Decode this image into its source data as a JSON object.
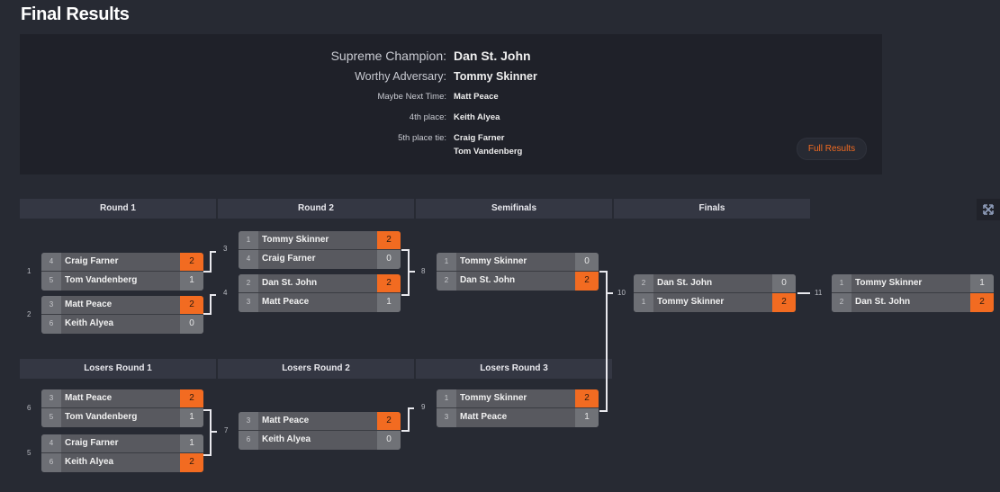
{
  "page_title": "Final Results",
  "results": {
    "rows": [
      {
        "label": "Supreme Champion:",
        "value": "Dan St. John"
      },
      {
        "label": "Worthy Adversary:",
        "value": "Tommy Skinner"
      },
      {
        "label": "Maybe Next Time:",
        "value": "Matt Peace"
      },
      {
        "label": "4th place:",
        "value": "Keith Alyea"
      },
      {
        "label": "5th place tie:",
        "value": "Craig Farner",
        "value2": "Tom Vandenberg"
      }
    ],
    "full_results_label": "Full Results"
  },
  "winners_rounds": [
    "Round 1",
    "Round 2",
    "Semifinals",
    "Finals"
  ],
  "losers_rounds": [
    "Losers Round 1",
    "Losers Round 2",
    "Losers Round 3"
  ],
  "expand_icon": "expand-arrows-icon",
  "colors": {
    "accent": "#f26b21",
    "background": "#272a33",
    "panel": "#1f2129"
  },
  "matches": {
    "m1": {
      "num": "1",
      "p1": {
        "seed": "4",
        "name": "Craig Farner",
        "score": "2",
        "win": true
      },
      "p2": {
        "seed": "5",
        "name": "Tom Vandenberg",
        "score": "1",
        "win": false
      }
    },
    "m2": {
      "num": "2",
      "p1": {
        "seed": "3",
        "name": "Matt Peace",
        "score": "2",
        "win": true
      },
      "p2": {
        "seed": "6",
        "name": "Keith Alyea",
        "score": "0",
        "win": false
      }
    },
    "m3": {
      "num": "3",
      "p1": {
        "seed": "1",
        "name": "Tommy Skinner",
        "score": "2",
        "win": true
      },
      "p2": {
        "seed": "4",
        "name": "Craig Farner",
        "score": "0",
        "win": false
      }
    },
    "m4": {
      "num": "4",
      "p1": {
        "seed": "2",
        "name": "Dan St. John",
        "score": "2",
        "win": true
      },
      "p2": {
        "seed": "3",
        "name": "Matt Peace",
        "score": "1",
        "win": false
      }
    },
    "m8": {
      "num": "8",
      "p1": {
        "seed": "1",
        "name": "Tommy Skinner",
        "score": "0",
        "win": false
      },
      "p2": {
        "seed": "2",
        "name": "Dan St. John",
        "score": "2",
        "win": true
      }
    },
    "m10": {
      "num": "10",
      "p1": {
        "seed": "2",
        "name": "Dan St. John",
        "score": "0",
        "win": false
      },
      "p2": {
        "seed": "1",
        "name": "Tommy Skinner",
        "score": "2",
        "win": true
      }
    },
    "m11": {
      "num": "11",
      "p1": {
        "seed": "1",
        "name": "Tommy Skinner",
        "score": "1",
        "win": false
      },
      "p2": {
        "seed": "2",
        "name": "Dan St. John",
        "score": "2",
        "win": true
      }
    },
    "m6": {
      "num": "6",
      "p1": {
        "seed": "3",
        "name": "Matt Peace",
        "score": "2",
        "win": true
      },
      "p2": {
        "seed": "5",
        "name": "Tom Vandenberg",
        "score": "1",
        "win": false
      }
    },
    "m5": {
      "num": "5",
      "p1": {
        "seed": "4",
        "name": "Craig Farner",
        "score": "1",
        "win": false
      },
      "p2": {
        "seed": "6",
        "name": "Keith Alyea",
        "score": "2",
        "win": true
      }
    },
    "m7": {
      "num": "7",
      "p1": {
        "seed": "3",
        "name": "Matt Peace",
        "score": "2",
        "win": true
      },
      "p2": {
        "seed": "6",
        "name": "Keith Alyea",
        "score": "0",
        "win": false
      }
    },
    "m9": {
      "num": "9",
      "p1": {
        "seed": "1",
        "name": "Tommy Skinner",
        "score": "2",
        "win": true
      },
      "p2": {
        "seed": "3",
        "name": "Matt Peace",
        "score": "1",
        "win": false
      }
    }
  }
}
